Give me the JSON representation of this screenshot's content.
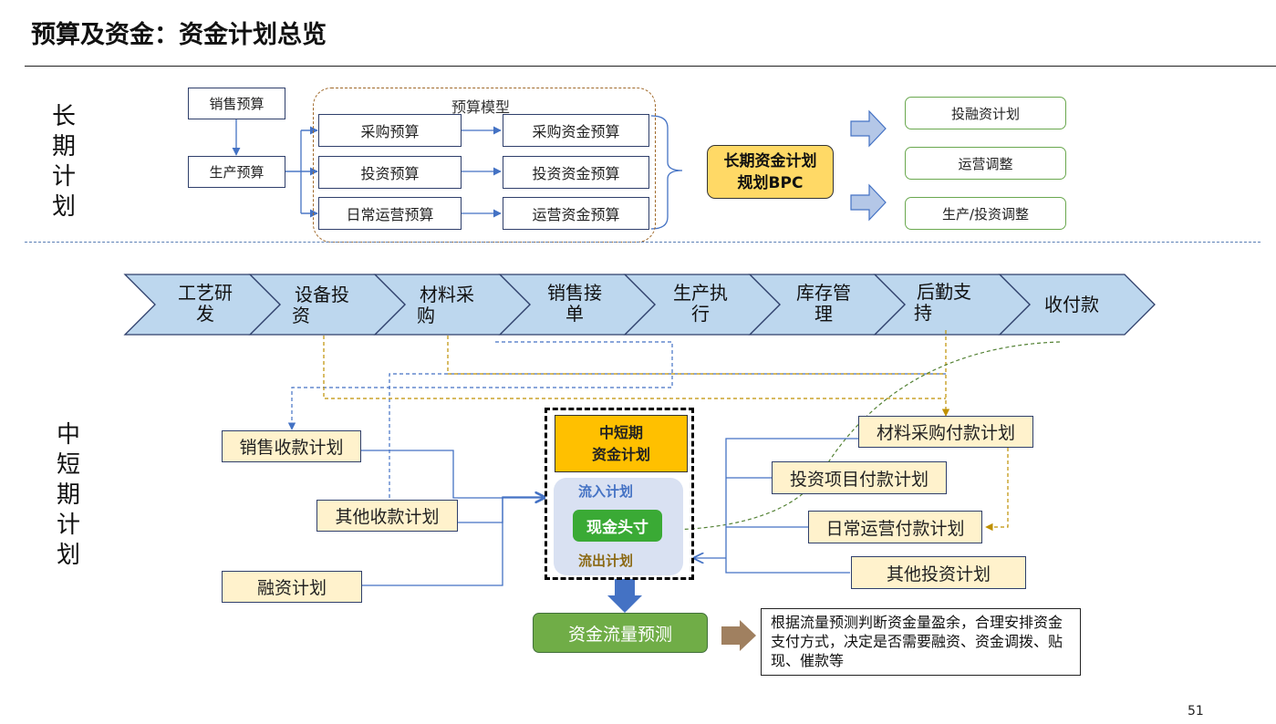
{
  "page": {
    "title": "预算及资金：资金计划总览",
    "page_number": "51"
  },
  "long_term": {
    "label": "长期计划",
    "label_chars": [
      "长",
      "期",
      "计",
      "划"
    ],
    "sales_budget": "销售预算",
    "production_budget": "生产预算",
    "model_label": "预算模型",
    "budgets": [
      "采购预算",
      "投资预算",
      "日常运营预算"
    ],
    "fund_budgets": [
      "采购资金预算",
      "投资资金预算",
      "运营资金预算"
    ],
    "bpc_line1": "长期资金计划",
    "bpc_line2": "规划BPC",
    "outputs": [
      "投融资计划",
      "运营调整",
      "生产/投资调整"
    ]
  },
  "mid_short": {
    "label": "中短期计划",
    "label_chars": [
      "中",
      "短",
      "期",
      "计",
      "划"
    ],
    "process_steps": [
      {
        "line1": "工艺研",
        "line2": "发"
      },
      {
        "line1": "设备投",
        "line2": "资"
      },
      {
        "line1": "材料采",
        "line2": "购"
      },
      {
        "line1": "销售接",
        "line2": "单"
      },
      {
        "line1": "生产执",
        "line2": "行"
      },
      {
        "line1": "库存管",
        "line2": "理"
      },
      {
        "line1": "后勤支",
        "line2": "持"
      },
      {
        "line1": "收付款",
        "line2": ""
      }
    ],
    "inflow_plans": [
      "销售收款计划",
      "其他收款计划",
      "融资计划"
    ],
    "outflow_plans": [
      "材料采购付款计划",
      "投资项目付款计划",
      "日常运营付款计划",
      "其他投资计划"
    ],
    "center_title_line1": "中短期",
    "center_title_line2": "资金计划",
    "inflow_label": "流入计划",
    "cash_position": "现金头寸",
    "outflow_label": "流出计划",
    "forecast": "资金流量预测",
    "note": "根据流量预测判断资金量盈余，合理安排资金支付方式，决定是否需要融资、资金调拨、贴现、催款等"
  },
  "colors": {
    "chevron_fill": "#bdd7ee",
    "chevron_stroke": "#2f3f6b",
    "arrow_blue": "#4472c4",
    "arrow_gold": "#bf9000",
    "arrow_green": "#548235",
    "forecast_green": "#70ad47",
    "orange": "#ffc000",
    "plan_fill": "#fff2cc"
  }
}
